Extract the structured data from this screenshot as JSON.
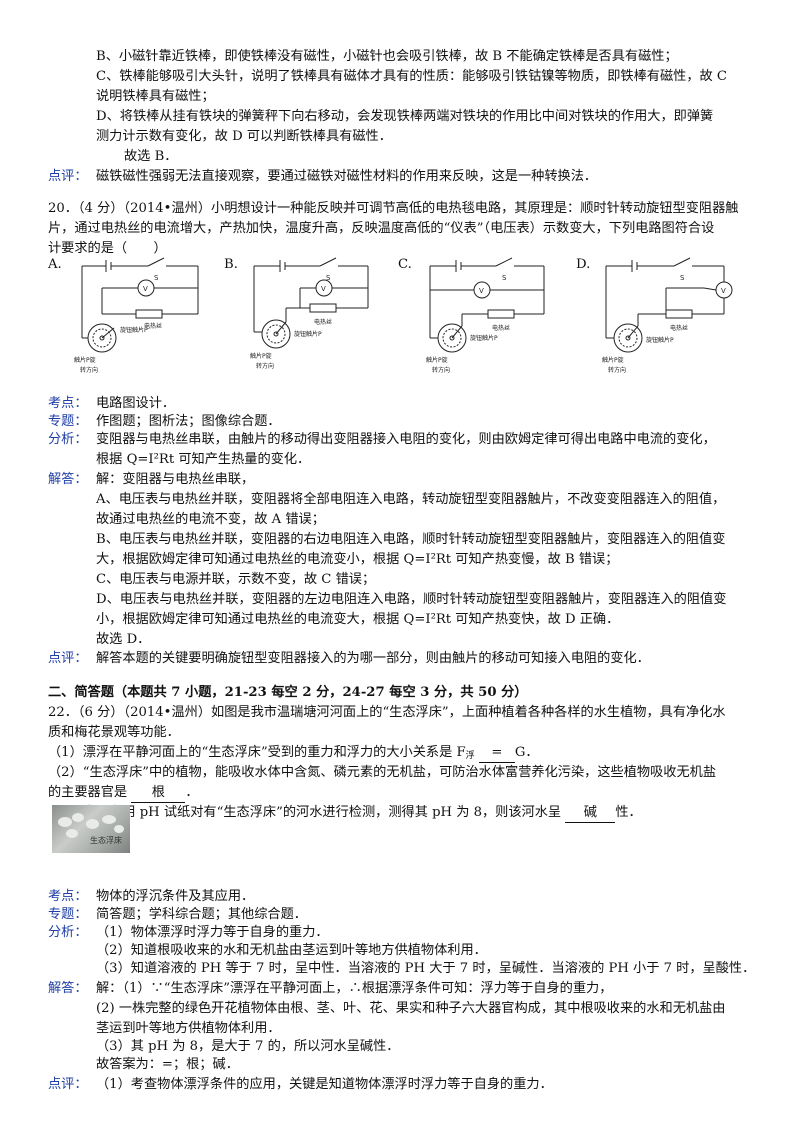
{
  "q19": {
    "lineB": "B、小磁针靠近铁棒，即使铁棒没有磁性，小磁针也会吸引铁棒，故 B 不能确定铁棒是否具有磁性；",
    "lineC1": "C、铁棒能够吸引大头针，说明了铁棒具有磁体才具有的性质：能够吸引铁钴镍等物质，即铁棒有磁性，故 C",
    "lineC2": "说明铁棒具有磁性；",
    "lineD1": "D、将铁棒从挂有铁块的弹簧秤下向右移动，会发现铁棒两端对铁块的作用比中间对铁块的作用大，即弹簧",
    "lineD2": "测力计示数有变化，故 D 可以判断铁棒具有磁性．",
    "choose": "故选 B．",
    "comment_label": "点评：",
    "comment": "磁铁磁性强弱无法直接观察，要通过磁铁对磁性材料的作用来反映，这是一种转换法．"
  },
  "q20": {
    "stem1": "20．（4 分）（2014•温州）小明想设计一种能反映并可调节高低的电热毯电路，其原理是：顺时针转动旋钮型变阻器触",
    "stem2": "片，通过电热丝的电流增大，产热加快，温度升高，反映温度高低的“仪表”（电压表）示数变大，下列电路图符合设",
    "stem3": "计要求的是（　　）",
    "options": [
      "A.",
      "B.",
      "C.",
      "D."
    ],
    "diagram": {
      "switch": "S",
      "meter": "V",
      "wire": "电热丝",
      "knob": "旋钮触片P",
      "slider": "触片P旋",
      "direction": "转方向"
    },
    "kaodian_label": "考点：",
    "kaodian": "电路图设计．",
    "zhuanti_label": "专题：",
    "zhuanti": "作图题；图析法；图像综合题．",
    "fenxi_label": "分析：",
    "fenxi1": "变阻器与电热丝串联，由触片的移动得出变阻器接入电阻的变化，则由欧姆定律可得出电路中电流的变化，",
    "fenxi2": "根据 Q=I²Rt 可知产生热量的变化．",
    "jieda_label": "解答：",
    "jd1": "解：变阻器与电热丝串联，",
    "jd2": "A、电压表与电热丝并联，变阻器将全部电阻连入电路，转动旋钮型变阻器触片，不改变变阻器连入的阻值，",
    "jd3": "故通过电热丝的电流不变，故 A 错误；",
    "jd4": "B、电压表与电热丝并联，变阻器的右边电阻连入电路，顺时针转动旋钮型变阻器触片，变阻器连入的阻值变",
    "jd5": "大，根据欧姆定律可知通过电热丝的电流变小，根据 Q=I²Rt 可知产热变慢，故 B 错误；",
    "jd6": "C、电压表与电源并联，示数不变，故 C 错误；",
    "jd7": "D、电压表与电热丝并联，变阻器的左边电阻连入电路，顺时针转动旋钮型变阻器触片，变阻器连入的阻值变",
    "jd8": "小，根据欧姆定律可知通过电热丝的电流变大，根据 Q=I²Rt 可知产热变快，故 D 正确．",
    "jd9": "故选 D．",
    "dianping_label": "点评：",
    "dianping": "解答本题的关键要明确旋钮型变阻器接入的为哪一部分，则由触片的移动可知接入电阻的变化．"
  },
  "section2": "二、简答题（本题共 7 小题，21-23 每空 2 分，24-27 每空 3 分，共 50 分）",
  "q22": {
    "stem1": "22．（6 分）（2014•温州）如图是我市温瑞塘河河面上的“生态浮床”，上面种植着各种各样的水生植物，具有净化水",
    "stem2": "质和梅花景观等功能．",
    "p1_pre": "（1）漂浮在平静河面上的“生态浮床”受到的重力和浮力的大小关系是 F",
    "p1_sub": "浮",
    "p1_ans": "=",
    "p1_post": "G．",
    "p2_1": "（2）“生态浮床”中的植物，能吸收水体中含氮、磷元素的无机盐，可防治水体富营养化污染，这些植物吸收无机盐",
    "p2_pre": "的主要器官是",
    "p2_ans": "根",
    "p2_post": "．",
    "p3_pre": "（3）喜爱名用 pH 试纸对有“生态浮床”的河水进行检测，测得其 pH 为 8，则该河水呈",
    "p3_ans": "碱",
    "p3_post": "性．",
    "photo_caption": "生态浮床",
    "kaodian_label": "考点：",
    "kaodian": "物体的浮沉条件及其应用．",
    "zhuanti_label": "专题：",
    "zhuanti": "简答题；学科综合题；其他综合题．",
    "fenxi_label": "分析：",
    "fx1": "（1）物体漂浮时浮力等于自身的重力．",
    "fx2": "（2）知道根吸收来的水和无机盐由茎运到叶等地方供植物体利用．",
    "fx3": "（3）知道溶液的 PH 等于 7 时，呈中性．当溶液的 PH 大于 7 时，呈碱性．当溶液的 PH 小于 7 时，呈酸性．",
    "jieda_label": "解答：",
    "jd1": "解：（1）∵“生态浮床”漂浮在平静河面上，∴根据漂浮条件可知：浮力等于自身的重力，",
    "jd2": "(2) 一株完整的绿色开花植物体由根、茎、叶、花、果实和种子六大器官构成，其中根吸收来的水和无机盐由",
    "jd3": "茎运到叶等地方供植物体利用．",
    "jd4": "（3）其 pH 为 8，是大于 7 的，所以河水呈碱性．",
    "jd5": "故答案为：=；根；碱．",
    "dianping_label": "点评：",
    "dianping": "（1）考查物体漂浮条件的应用，关键是知道物体漂浮时浮力等于自身的重力．"
  }
}
